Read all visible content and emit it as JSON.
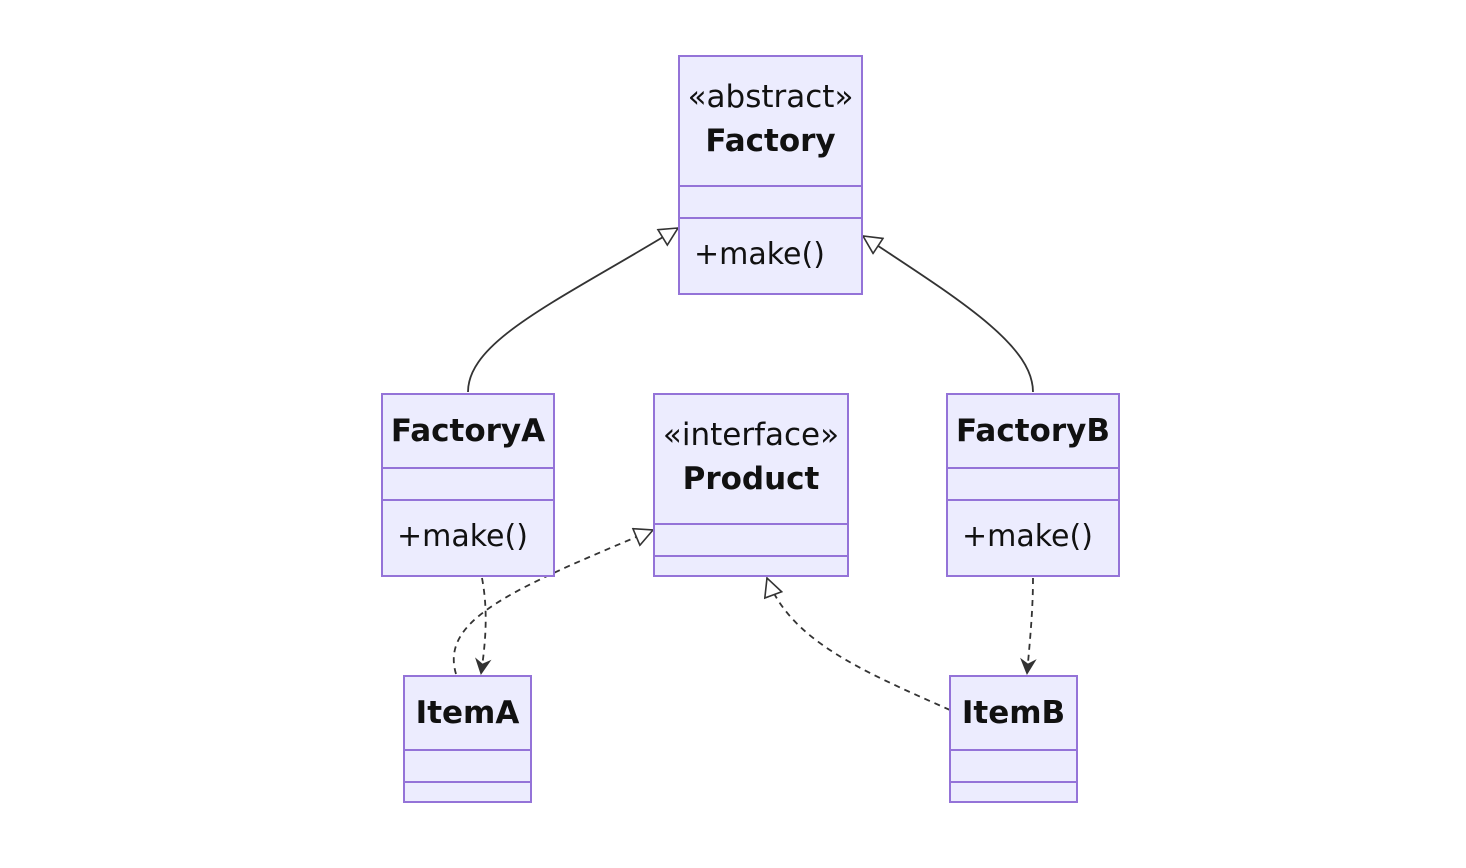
{
  "colors": {
    "box_fill": "#ececfe",
    "box_border": "#9473d8",
    "text": "#111111",
    "edge": "#333333"
  },
  "classes": {
    "factory": {
      "stereotype": "«abstract»",
      "name": "Factory",
      "methods": [
        "+make()"
      ]
    },
    "factoryA": {
      "stereotype": "",
      "name": "FactoryA",
      "methods": [
        "+make()"
      ]
    },
    "product": {
      "stereotype": "«interface»",
      "name": "Product",
      "methods": []
    },
    "factoryB": {
      "stereotype": "",
      "name": "FactoryB",
      "methods": [
        "+make()"
      ]
    },
    "itemA": {
      "stereotype": "",
      "name": "ItemA",
      "methods": []
    },
    "itemB": {
      "stereotype": "",
      "name": "ItemB",
      "methods": []
    }
  },
  "relations": [
    {
      "from": "FactoryA",
      "to": "Factory",
      "type": "inheritance"
    },
    {
      "from": "FactoryB",
      "to": "Factory",
      "type": "inheritance"
    },
    {
      "from": "ItemA",
      "to": "Product",
      "type": "realization"
    },
    {
      "from": "ItemB",
      "to": "Product",
      "type": "realization"
    },
    {
      "from": "FactoryA",
      "to": "ItemA",
      "type": "dependency"
    },
    {
      "from": "FactoryB",
      "to": "ItemB",
      "type": "dependency"
    }
  ]
}
